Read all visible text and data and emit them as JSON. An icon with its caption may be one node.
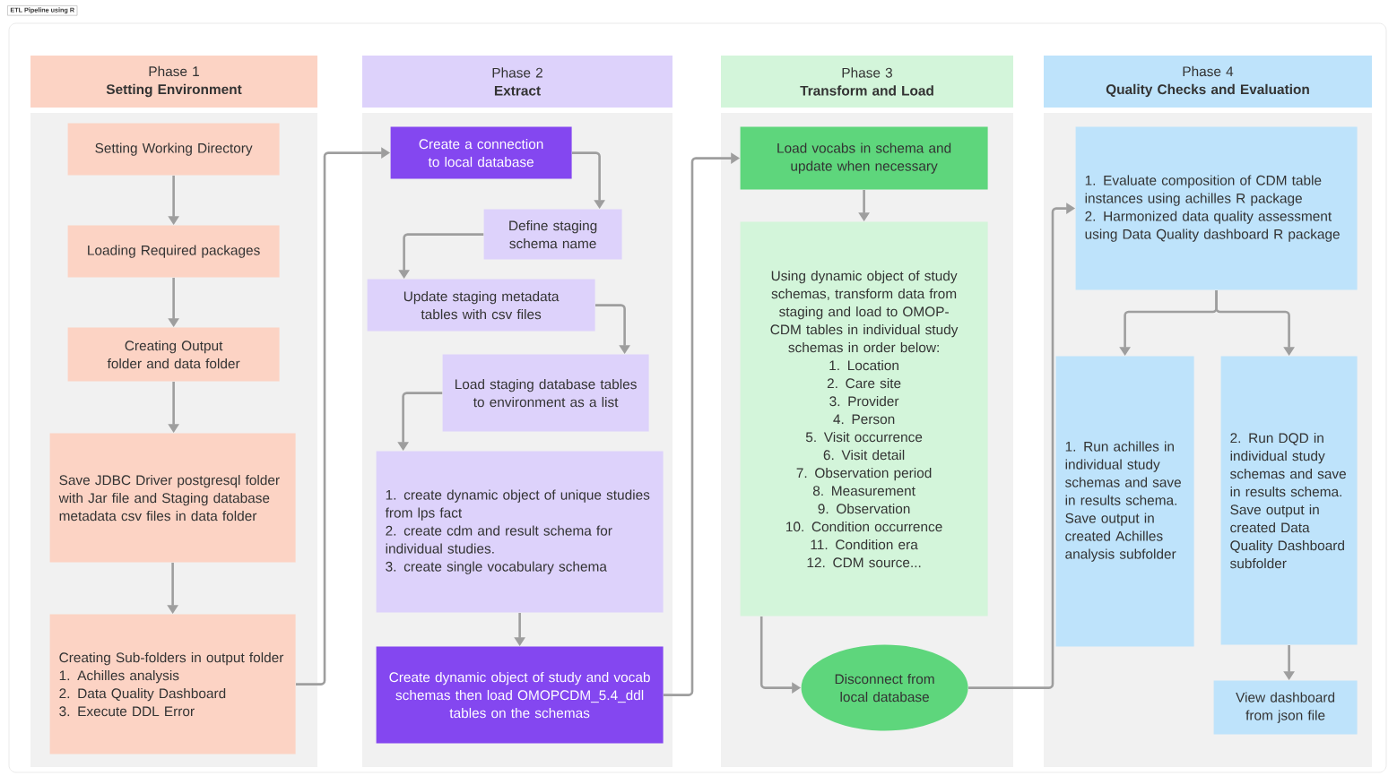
{
  "diagram": {
    "title": "ETL Pipeline using R",
    "nodes": [
      {
        "text": [
          "Phase 1",
          "Setting Environment"
        ]
      },
      {
        "text": [],
        "shape": "box"
      },
      {
        "text": [
          "Setting Working Directory"
        ],
        "in": 1
      },
      {
        "text": [
          "Loading Required packages"
        ],
        "in": 1
      },
      {
        "text": [
          "Creating Output folder and data folder"
        ],
        "in": 1
      },
      {
        "text": [
          "Save JDBC Driver postgresql folder with Jar file and Staging database metadata csv files in data folder"
        ],
        "in": 1
      },
      {
        "text": [
          "Creating Sub-folders in output folder",
          "1. Achilles analysis",
          "2. Data Quality Dashboard",
          "3. Execute DDL Error"
        ],
        "in": 1
      },
      {
        "text": [
          "Phase 2",
          "Extract"
        ]
      },
      {
        "text": [],
        "shape": "box"
      },
      {
        "text": [
          "Create a connection to local database"
        ],
        "in": 8
      },
      {
        "text": [
          "Define staging schema name"
        ],
        "in": 8
      },
      {
        "text": [
          "Update staging metadata tables with csv files"
        ],
        "in": 8
      },
      {
        "text": [
          "Load staging database tables to environment as a list"
        ],
        "in": 8
      },
      {
        "text": [
          "1. create dynamic object of unique studies from lps fact",
          "2. create cdm and result schema for individual studies.",
          "3. create single vocabulary schema"
        ],
        "in": 8
      },
      {
        "text": [
          "Create dynamic object of study and vocab schemas then load OMOPCDM_5.4_ddl tables on the schemas"
        ],
        "in": 8
      },
      {
        "text": [
          "Phase 3",
          "Transform and Load"
        ]
      },
      {
        "text": [],
        "shape": "box"
      },
      {
        "text": [
          "Load vocabs in schema and update when necessary"
        ],
        "in": 16
      },
      {
        "text": [
          "Using dynamic object of study schemas, transform data from staging and load to OMOP-CDM tables in individual study schemas in order below:",
          "1. Location",
          "2. Care site",
          "3. Provider",
          "4. Person",
          "5. Visit occurrence",
          "6. Visit detail",
          "7. Observation period",
          "8. Measurement",
          "9. Observation",
          "10. Condition occurrence",
          "11. Condition era",
          "12. CDM source..."
        ],
        "in": 16
      },
      {
        "text": [
          "Disconnect from local database"
        ],
        "in": 16
      },
      {
        "text": [
          "Phase 4",
          "Quality Checks and Evaluation"
        ]
      },
      {
        "text": [],
        "shape": "box"
      },
      {
        "text": [
          "1. Evaluate composition of CDM table instances using achilles R package",
          "2. Harmonized data quality assessment using Data Quality dashboard R package"
        ],
        "in": 21
      },
      {
        "text": [
          "1. Run achilles in individual study schemas and save in results schema.",
          "Save output in created Achilles analysis subfolder"
        ],
        "in": 21
      },
      {
        "text": [
          "2. Run DQD in individual study schemas and save in results schema.",
          "Save output in created Data Quality Dashboard subfolder"
        ],
        "in": 21
      },
      {
        "text": [
          "View dashboard from json file"
        ],
        "in": 21
      }
    ],
    "edges": [
      {
        "from": 2,
        "to": 3,
        "arrow": "to"
      },
      {
        "from": 3,
        "to": 4,
        "arrow": "to"
      },
      {
        "from": 4,
        "to": 5,
        "arrow": "to"
      },
      {
        "from": 5,
        "to": 6,
        "arrow": "to"
      },
      {
        "from": 6,
        "to": 9,
        "arrow": "to"
      },
      {
        "from": 9,
        "to": 10,
        "arrow": "to"
      },
      {
        "from": 10,
        "to": 11,
        "arrow": "to"
      },
      {
        "from": 11,
        "to": 12,
        "arrow": "to"
      },
      {
        "from": 12,
        "to": 13,
        "arrow": "to"
      },
      {
        "from": 13,
        "to": 14,
        "arrow": "to"
      },
      {
        "from": 14,
        "to": 17,
        "arrow": "to"
      },
      {
        "from": 17,
        "to": 18,
        "arrow": "to"
      },
      {
        "from": 18,
        "to": 19,
        "arrow": "to"
      },
      {
        "from": 19,
        "to": 22,
        "arrow": "to"
      },
      {
        "from": 22,
        "to": 23,
        "arrow": "to"
      },
      {
        "from": 22,
        "to": 24,
        "arrow": "to"
      },
      {
        "from": 24,
        "to": 25,
        "arrow": "to"
      }
    ]
  }
}
